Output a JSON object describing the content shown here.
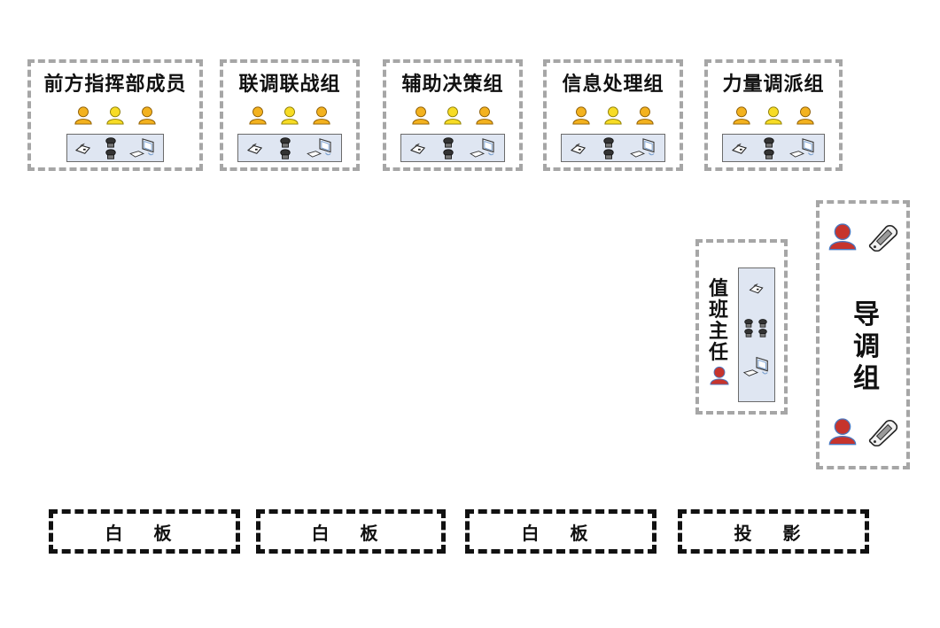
{
  "groups": [
    {
      "title": "前方指挥部成员"
    },
    {
      "title": "联调联战组"
    },
    {
      "title": "辅助决策组"
    },
    {
      "title": "信息处理组"
    },
    {
      "title": "力量调派组"
    }
  ],
  "duty": {
    "title": "值班主任"
  },
  "guide": {
    "title": "导调组"
  },
  "boards": [
    {
      "label": "白 板"
    },
    {
      "label": "白 板"
    },
    {
      "label": "白 板"
    },
    {
      "label": "投 影"
    }
  ],
  "colors": {
    "box_border": "#a6a6a6",
    "panel_fill": "#dfe6f2",
    "person_yellow": "#f2a81d",
    "person_yellow_light": "#f4d21a",
    "person_red": "#c0312b",
    "board_border": "#111111"
  },
  "icons": {
    "person": "person-icon",
    "fax": "fax-icon",
    "phone": "desk-phone-icon",
    "computer": "computer-icon",
    "mobile": "mobile-phone-icon"
  }
}
